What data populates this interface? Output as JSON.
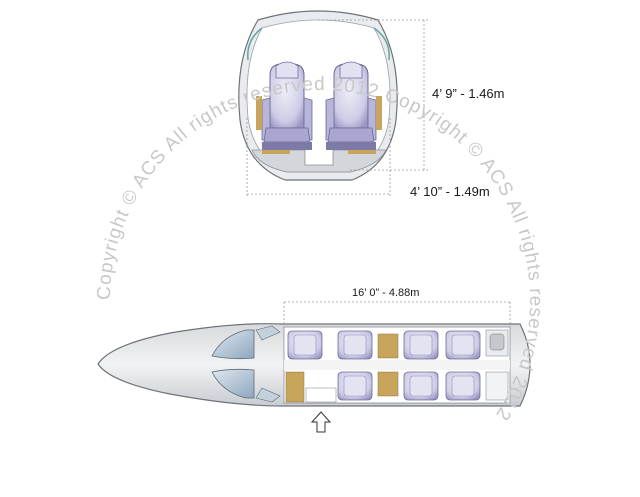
{
  "dimensions": {
    "cabin_height": "4’ 9” - 1.46m",
    "cabin_width": "4’ 10” - 1.49m",
    "cabin_length": "16’ 0” - 4.88m"
  },
  "watermark": {
    "text": "Copyright © ACS All rights reserved 2012 Copyright © ACS All rights reserved 2012 "
  },
  "colors": {
    "seat": "#cfcde6",
    "seat_shadow": "#8f8db8",
    "fuselage": "#e4e6e8",
    "cabin_floor": "#ffffff",
    "cockpit_glass": "#9fb3c8",
    "wood": "#c9a55c",
    "dimension_line": "#9a9a9a",
    "watermark": "#c8c8c8"
  }
}
